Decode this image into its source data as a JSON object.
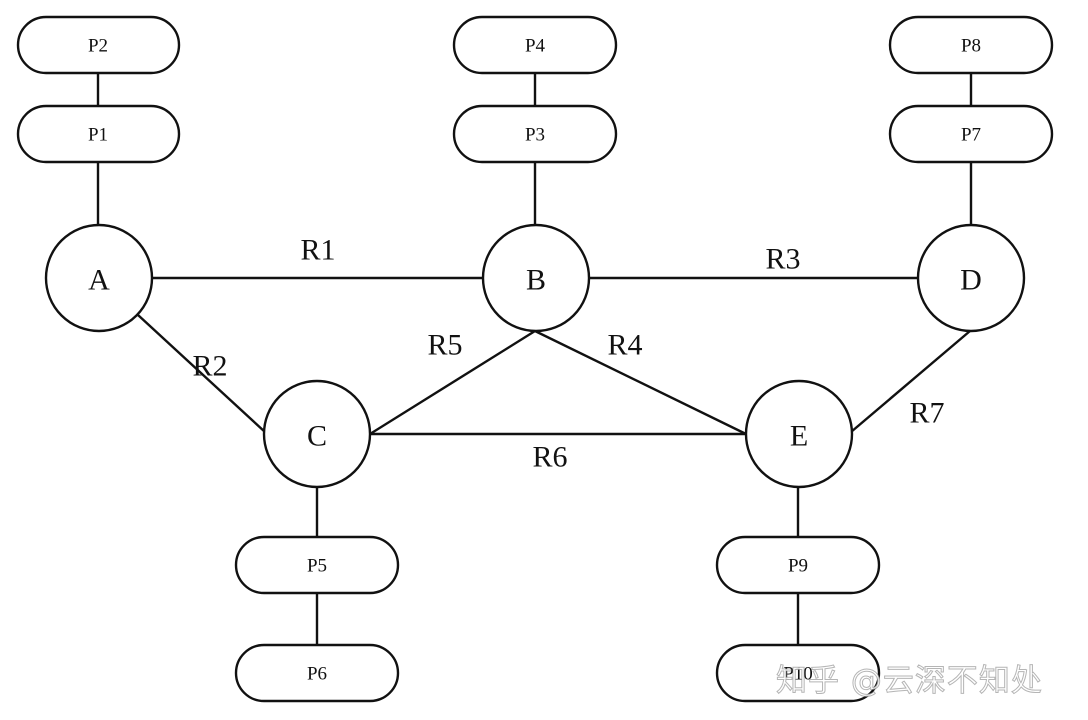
{
  "diagram": {
    "title": "Network topology of nodes A–E with links R1–R7 and attached P1–P10",
    "nodes": [
      {
        "id": "A",
        "label": "A"
      },
      {
        "id": "B",
        "label": "B"
      },
      {
        "id": "C",
        "label": "C"
      },
      {
        "id": "D",
        "label": "D"
      },
      {
        "id": "E",
        "label": "E"
      }
    ],
    "links": [
      {
        "id": "R1",
        "label": "R1",
        "from": "A",
        "to": "B"
      },
      {
        "id": "R2",
        "label": "R2",
        "from": "A",
        "to": "C"
      },
      {
        "id": "R3",
        "label": "R3",
        "from": "B",
        "to": "D"
      },
      {
        "id": "R4",
        "label": "R4",
        "from": "B",
        "to": "E"
      },
      {
        "id": "R5",
        "label": "R5",
        "from": "B",
        "to": "C"
      },
      {
        "id": "R6",
        "label": "R6",
        "from": "C",
        "to": "E"
      },
      {
        "id": "R7",
        "label": "R7",
        "from": "E",
        "to": "D"
      }
    ],
    "endpoints": [
      {
        "id": "P1",
        "label": "P1",
        "attached_to": "A"
      },
      {
        "id": "P2",
        "label": "P2",
        "attached_to": "P1"
      },
      {
        "id": "P3",
        "label": "P3",
        "attached_to": "B"
      },
      {
        "id": "P4",
        "label": "P4",
        "attached_to": "P3"
      },
      {
        "id": "P5",
        "label": "P5",
        "attached_to": "C"
      },
      {
        "id": "P6",
        "label": "P6",
        "attached_to": "P5"
      },
      {
        "id": "P7",
        "label": "P7",
        "attached_to": "D"
      },
      {
        "id": "P8",
        "label": "P8",
        "attached_to": "P7"
      },
      {
        "id": "P9",
        "label": "P9",
        "attached_to": "E"
      },
      {
        "id": "P10",
        "label": "P10",
        "attached_to": "P9"
      }
    ]
  },
  "watermark": "知乎 @云深不知处"
}
